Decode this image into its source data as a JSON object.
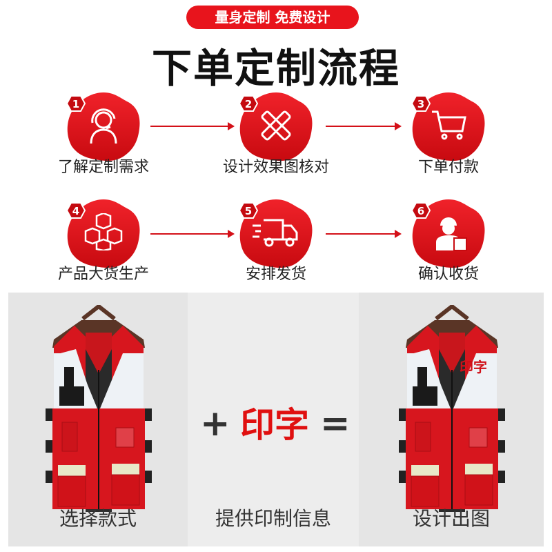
{
  "header": {
    "badge": "量身定制 免费设计",
    "title": "下单定制流程"
  },
  "steps": [
    {
      "num": "1",
      "label": "了解定制需求",
      "icon": "headset-user-icon"
    },
    {
      "num": "2",
      "label": "设计效果图核对",
      "icon": "pencil-ruler-icon"
    },
    {
      "num": "3",
      "label": "下单付款",
      "icon": "cart-icon"
    },
    {
      "num": "4",
      "label": "产品大货生产",
      "icon": "boxes-icon"
    },
    {
      "num": "5",
      "label": "安排发货",
      "icon": "delivery-truck-icon"
    },
    {
      "num": "6",
      "label": "确认收货",
      "icon": "courier-icon"
    }
  ],
  "bottom": {
    "left_label": "选择款式",
    "middle_label": "提供印制信息",
    "right_label": "设计出图",
    "plus": "+",
    "print_text": "印字",
    "equals": "=",
    "vest_print": "印字"
  },
  "colors": {
    "accent": "#e8141c",
    "vest_red": "#d7161e"
  }
}
